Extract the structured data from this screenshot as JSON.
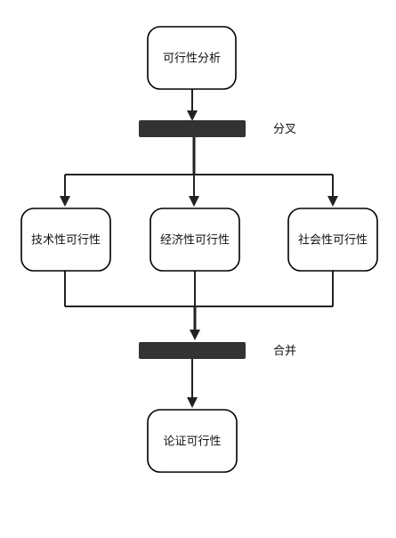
{
  "diagram": {
    "nodes": {
      "start": "可行性分析",
      "technical": "技术性可行性",
      "economic": "经济性可行性",
      "social": "社会性可行性",
      "end": "论证可行性"
    },
    "bars": {
      "fork": "分叉",
      "join": "合并"
    }
  }
}
